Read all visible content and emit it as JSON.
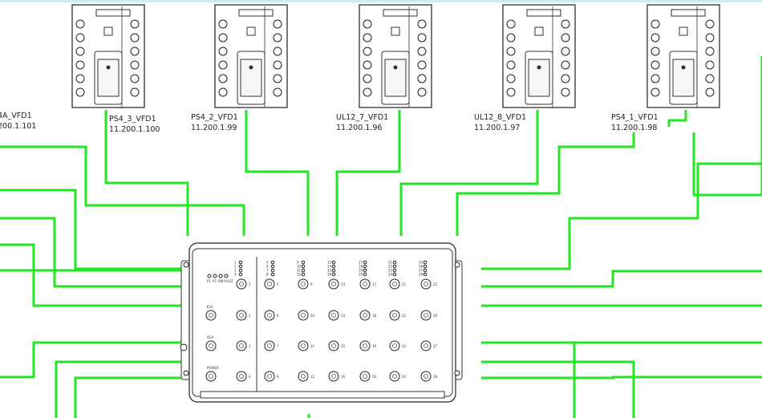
{
  "devices": [
    {
      "name": "4A_VFD1",
      "ip": "200.1.101"
    },
    {
      "name": "PS4_3_VFD1",
      "ip": "11.200.1.100"
    },
    {
      "name": "PS4_2_VFD1",
      "ip": "11.200.1.99"
    },
    {
      "name": "UL12_7_VFD1",
      "ip": "11.200.1.96"
    },
    {
      "name": "UL12_8_VFD1",
      "ip": "11.200.1.97"
    },
    {
      "name": "PS4_1_VFD1",
      "ip": "11.200.1.98"
    }
  ],
  "switch": {
    "status_labels": [
      "P1",
      "P2",
      "RM",
      "FAULT"
    ],
    "side_labels": [
      "1",
      "2",
      "3",
      "4"
    ],
    "section_labels": [
      "E24",
      "ACA",
      "POWER"
    ],
    "column_numbers": [
      [
        "5",
        "6",
        "7",
        "8"
      ],
      [
        "9",
        "10",
        "11",
        "12"
      ],
      [
        "13",
        "14",
        "15",
        "16"
      ],
      [
        "17",
        "18",
        "19",
        "20"
      ],
      [
        "21",
        "22",
        "23",
        "24"
      ],
      [
        "25",
        "26",
        "27",
        "28"
      ]
    ],
    "led_numbers": [
      [
        "1",
        "2",
        "3",
        "4"
      ],
      [
        "5",
        "6",
        "7",
        "8"
      ],
      [
        "9",
        "10",
        "11",
        "12"
      ],
      [
        "13",
        "14",
        "15",
        "16"
      ],
      [
        "17",
        "18",
        "19",
        "20"
      ],
      [
        "21",
        "22",
        "23",
        "24"
      ],
      [
        "25",
        "26",
        "27",
        "28"
      ]
    ]
  },
  "colors": {
    "wire": "#22e622",
    "ruler": "#cfe8f5",
    "alert_port": "#f2a0a0"
  }
}
